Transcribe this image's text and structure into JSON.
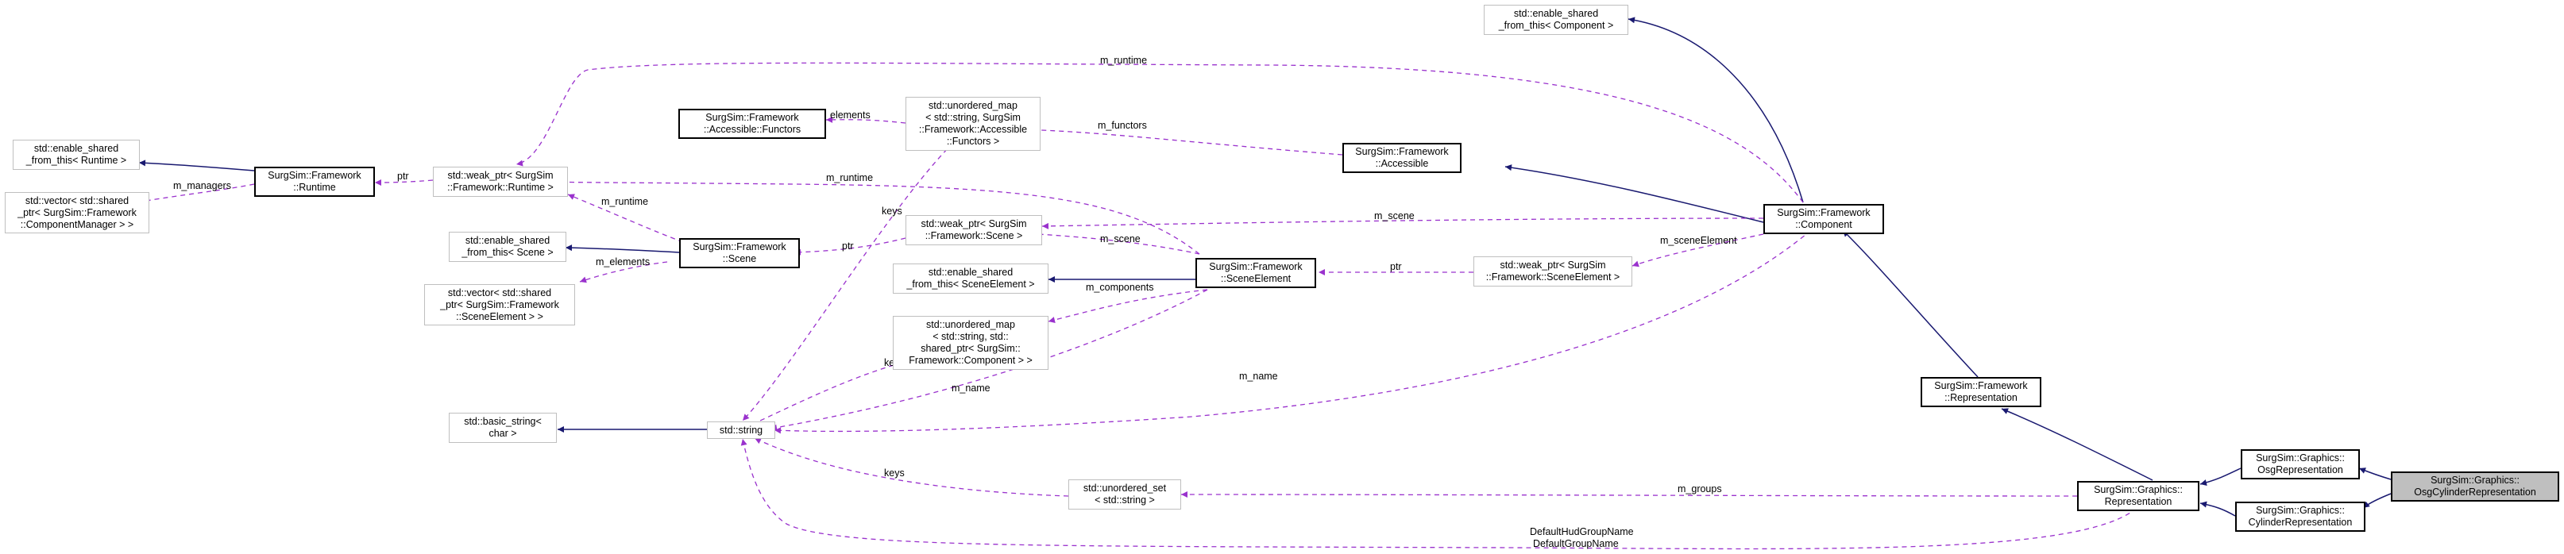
{
  "nodes": {
    "enable_shared_component": [
      "std::enable_shared",
      "_from_this< Component >"
    ],
    "accessible_functors": [
      "SurgSim::Framework",
      "::Accessible::Functors"
    ],
    "unordered_map_functors": [
      "std::unordered_map",
      "< std::string, SurgSim",
      "::Framework::Accessible",
      "::Functors >"
    ],
    "enable_shared_runtime": [
      "std::enable_shared",
      "_from_this< Runtime >"
    ],
    "runtime": [
      "SurgSim::Framework",
      "::Runtime"
    ],
    "weak_ptr_runtime": [
      "std::weak_ptr< SurgSim",
      "::Framework::Runtime >"
    ],
    "accessible": [
      "SurgSim::Framework",
      "::Accessible"
    ],
    "vector_component_manager": [
      "std::vector< std::shared",
      "_ptr< SurgSim::Framework",
      "::ComponentManager > >"
    ],
    "component": [
      "SurgSim::Framework",
      "::Component"
    ],
    "weak_ptr_scene": [
      "std::weak_ptr< SurgSim",
      "::Framework::Scene >"
    ],
    "enable_shared_scene": [
      "std::enable_shared",
      "_from_this< Scene >"
    ],
    "scene": [
      "SurgSim::Framework",
      "::Scene"
    ],
    "scene_element": [
      "SurgSim::Framework",
      "::SceneElement"
    ],
    "weak_ptr_scene_element": [
      "std::weak_ptr< SurgSim",
      "::Framework::SceneElement >"
    ],
    "enable_shared_scene_element": [
      "std::enable_shared",
      "_from_this< SceneElement >"
    ],
    "vector_scene_element": [
      "std::vector< std::shared",
      "_ptr< SurgSim::Framework",
      "::SceneElement > >"
    ],
    "unordered_map_component": [
      "std::unordered_map",
      "< std::string, std::",
      "shared_ptr< SurgSim::",
      "Framework::Component > >"
    ],
    "framework_representation": [
      "SurgSim::Framework",
      "::Representation"
    ],
    "basic_string": [
      "std::basic_string<",
      "char >"
    ],
    "string": [
      "std::string"
    ],
    "osg_representation": [
      "SurgSim::Graphics::",
      "OsgRepresentation"
    ],
    "osg_cylinder_representation": [
      "SurgSim::Graphics::",
      "OsgCylinderRepresentation"
    ],
    "unordered_set": [
      "std::unordered_set",
      "< std::string >"
    ],
    "graphics_representation": [
      "SurgSim::Graphics::",
      "Representation"
    ],
    "cylinder_representation": [
      "SurgSim::Graphics::",
      "CylinderRepresentation"
    ]
  },
  "edge_labels": {
    "m_runtime_top": "m_runtime",
    "elements": "elements",
    "m_functors": "m_functors",
    "ptr_runtime": "ptr",
    "m_managers": "m_managers",
    "m_runtime_mid": "m_runtime",
    "m_runtime_scene": "m_runtime",
    "keys_functors": "keys",
    "m_scene_component": "m_scene",
    "m_scene_element": "m_scene",
    "ptr_scene": "ptr",
    "m_sceneElement": "m_sceneElement",
    "m_elements": "m_elements",
    "ptr_scene_element": "ptr",
    "m_components": "m_components",
    "keys_component": "keys",
    "m_name_scene_element": "m_name",
    "m_name_component": "m_name",
    "keys_set": "keys",
    "m_groups": "m_groups",
    "default_hud_group": "DefaultHudGroupName",
    "default_group": "DefaultGroupName"
  },
  "colors": {
    "inheritance": "#191970",
    "usage": "#9a32cd",
    "focus_fill": "#bfbfbf"
  }
}
